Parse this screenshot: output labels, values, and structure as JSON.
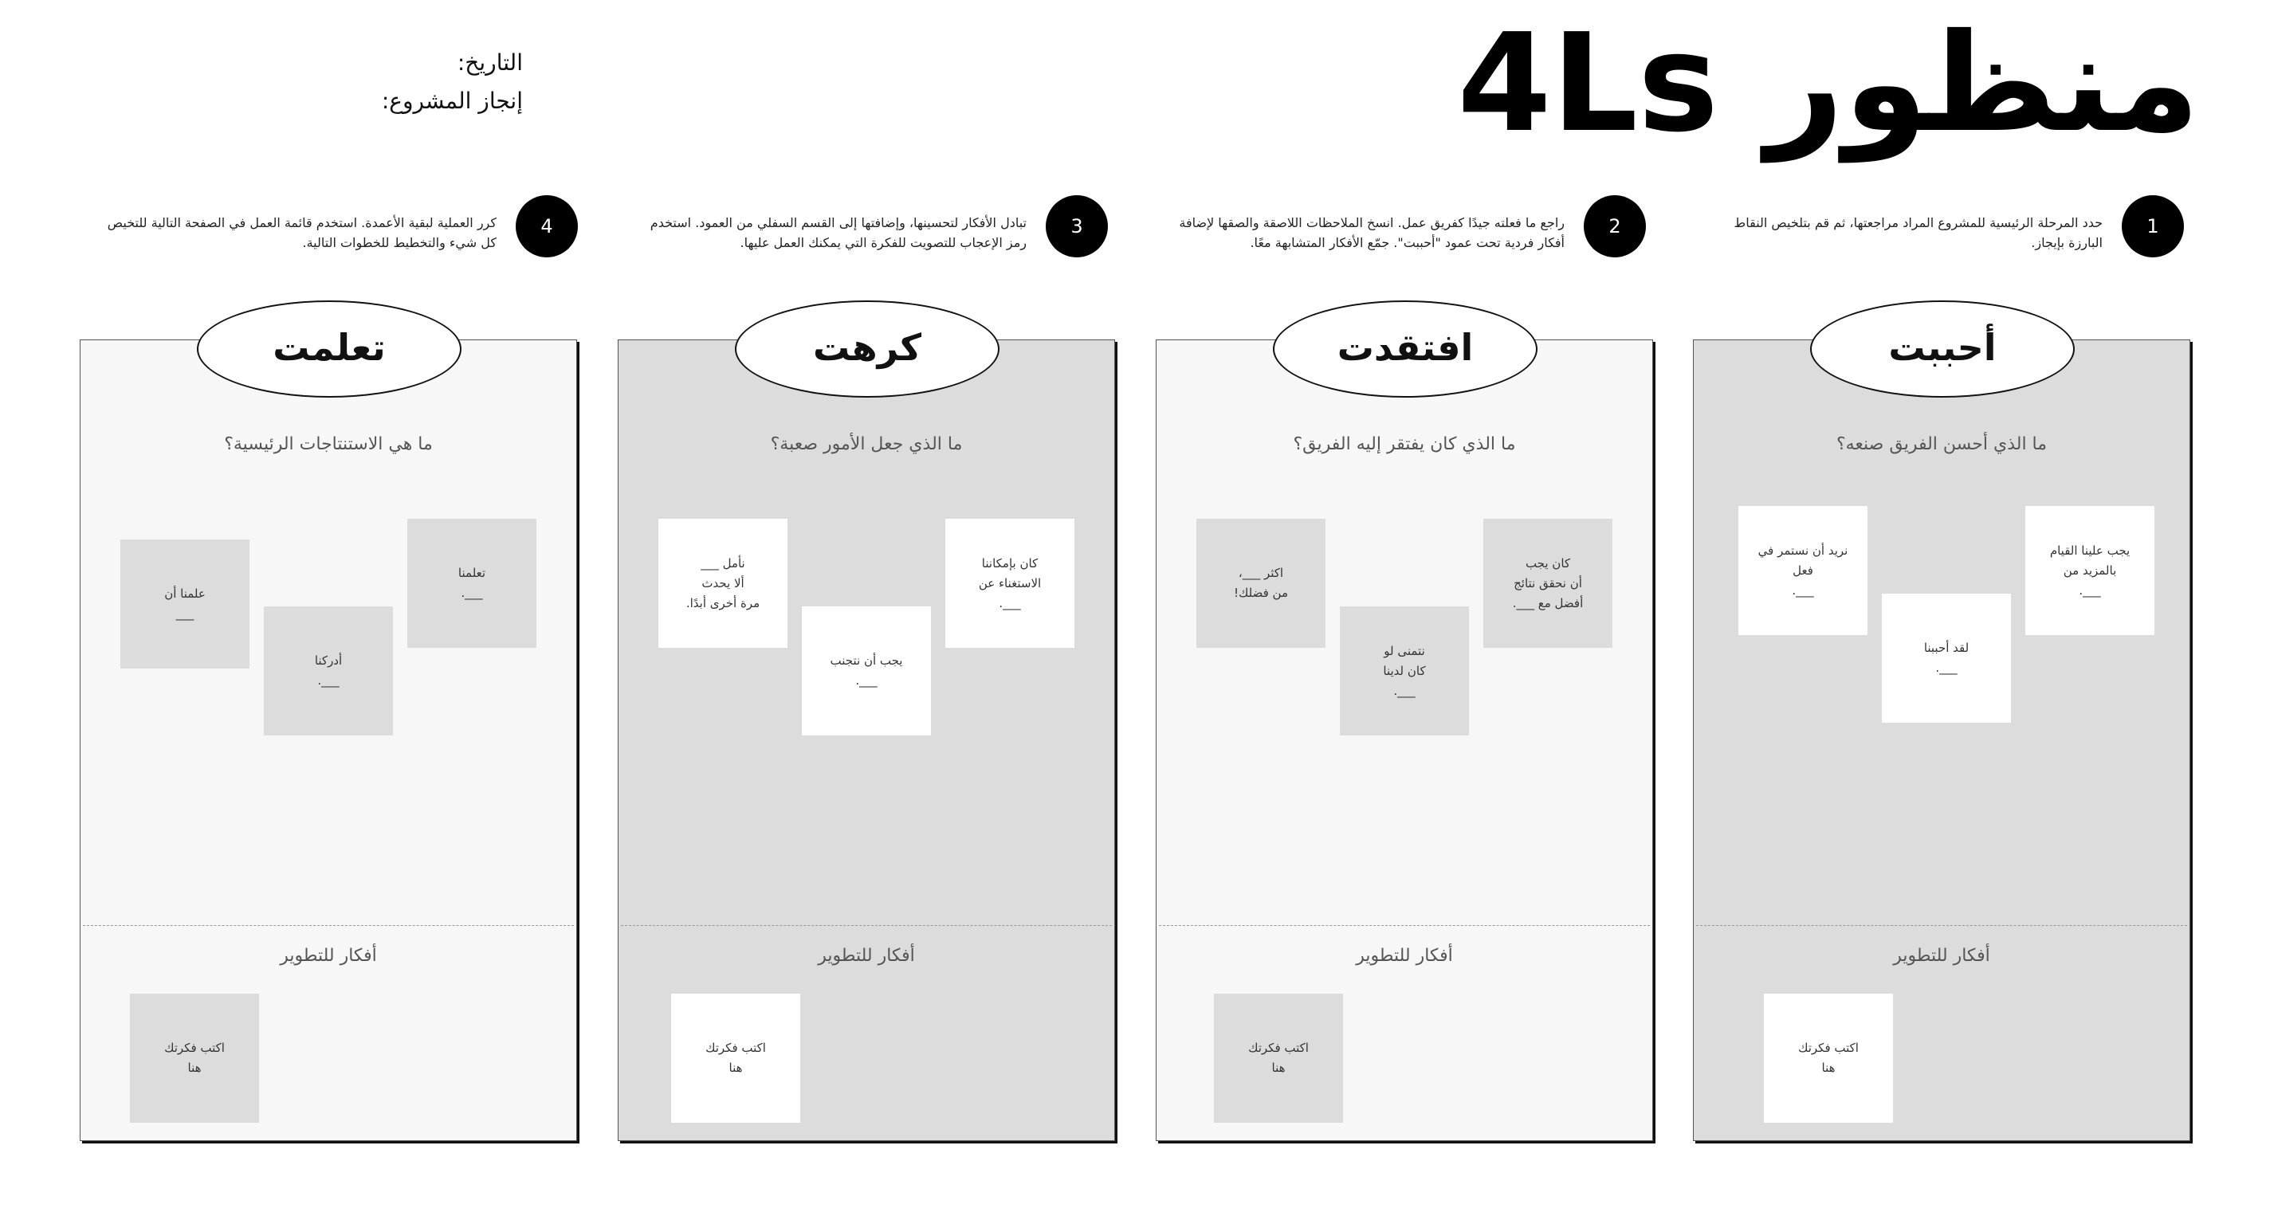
{
  "title": "منظور 4Ls",
  "meta": {
    "date_label": "التاريخ:",
    "project_label": "إنجاز المشروع:"
  },
  "steps": [
    {
      "number": "1",
      "text": "حدد المرحلة الرئيسية للمشروع المراد مراجعتها، ثم قم بتلخيص النقاط البارزة بإيجاز."
    },
    {
      "number": "2",
      "text": "راجع ما فعلته جيدًا كفريق عمل. انسخ الملاحظات اللاصقة والصقها لإضافة أفكار فردية تحت عمود \"أحببت\". جمّع الأفكار المتشابهة معًا."
    },
    {
      "number": "3",
      "text": "تبادل الأفكار لتحسينها، وإضافتها إلى القسم السفلي من العمود. استخدم رمز الإعجاب للتصويت للفكرة التي يمكنك العمل عليها."
    },
    {
      "number": "4",
      "text": "كرر العملية لبقية الأعمدة. استخدم قائمة العمل في الصفحة التالية للتخيص كل شيء والتخطيط للخطوات التالية."
    }
  ],
  "columns": [
    {
      "heading": "أحببت",
      "question": "ما الذي أحسن الفريق صنعه؟",
      "notes": [
        "يجب علينا القيام\nبالمزيد من\n___.",
        "لقد أحببنا\n___.",
        "نريد أن نستمر في\nفعل\n___."
      ],
      "dev_label": "أفكار للتطوير",
      "dev_note": "اكتب فكرتك\nهنا"
    },
    {
      "heading": "افتقدت",
      "question": "ما الذي كان يفتقر إليه الفريق؟",
      "notes": [
        "كان يجب\nأن نحقق نتائج\nأفضل مع ___.",
        "نتمنى لو\nكان لدينا\n___.",
        "اكثر ___،\nمن فضلك!"
      ],
      "dev_label": "أفكار للتطوير",
      "dev_note": "اكتب فكرتك\nهنا"
    },
    {
      "heading": "كرهت",
      "question": "ما الذي جعل الأمور صعبة؟",
      "notes": [
        "كان بإمكاننا\nالاستغناء عن\n___.",
        "يجب أن نتجنب\n___.",
        "نأمل ___\nألا يحدث\nمرة أخرى أبدًا."
      ],
      "dev_label": "أفكار للتطوير",
      "dev_note": "اكتب فكرتك\nهنا"
    },
    {
      "heading": "تعلمت",
      "question": "ما هي الاستنتاجات الرئيسية؟",
      "notes": [
        "تعلمنا\n___.",
        "أدركنا\n___.",
        "علمنا أن\n___"
      ],
      "dev_label": "أفكار للتطوير",
      "dev_note": "اكتب فكرتك\nهنا"
    }
  ]
}
